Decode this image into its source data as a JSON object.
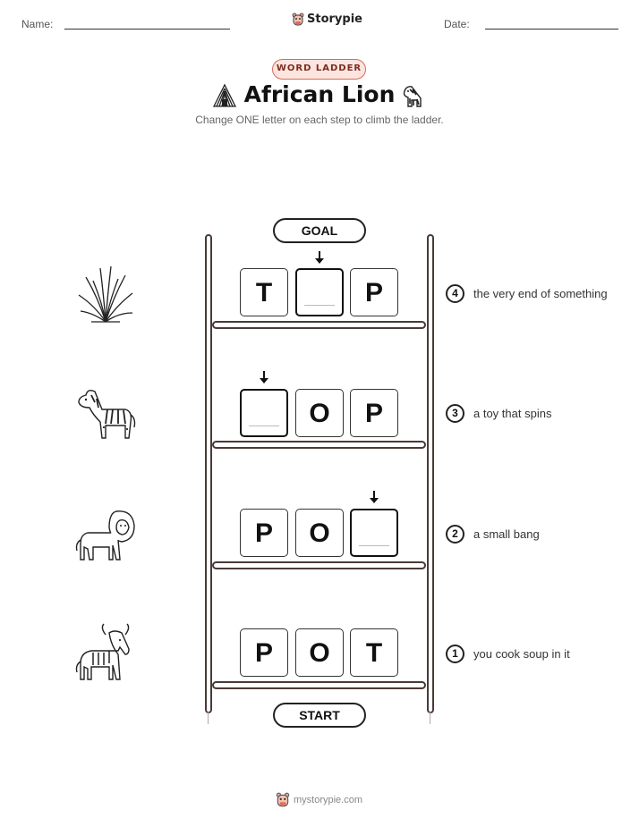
{
  "header": {
    "name_label": "Name:",
    "date_label": "Date:",
    "brand": "Storypie"
  },
  "activity": {
    "badge": "WORD LADDER",
    "title": "African Lion",
    "instructions": "Change ONE letter on each step to climb the ladder."
  },
  "ladder": {
    "goal_label": "GOAL",
    "start_label": "START",
    "steps": [
      {
        "number": "4",
        "letters": [
          "T",
          "",
          "P"
        ],
        "clue": "the very end of something",
        "animal_icon": "grass-icon"
      },
      {
        "number": "3",
        "letters": [
          "",
          "O",
          "P"
        ],
        "clue": "a toy that spins",
        "animal_icon": "zebra-icon"
      },
      {
        "number": "2",
        "letters": [
          "P",
          "O",
          ""
        ],
        "clue": "a small bang",
        "animal_icon": "lion-icon"
      },
      {
        "number": "1",
        "letters": [
          "P",
          "O",
          "T"
        ],
        "clue": "you cook soup in it",
        "animal_icon": "wildebeest-icon"
      }
    ]
  },
  "footer": {
    "site": "mystorypie.com"
  },
  "colors": {
    "ladder": "#4a3a36",
    "badge_border": "#d96b58",
    "badge_fill": "#fde5df"
  }
}
